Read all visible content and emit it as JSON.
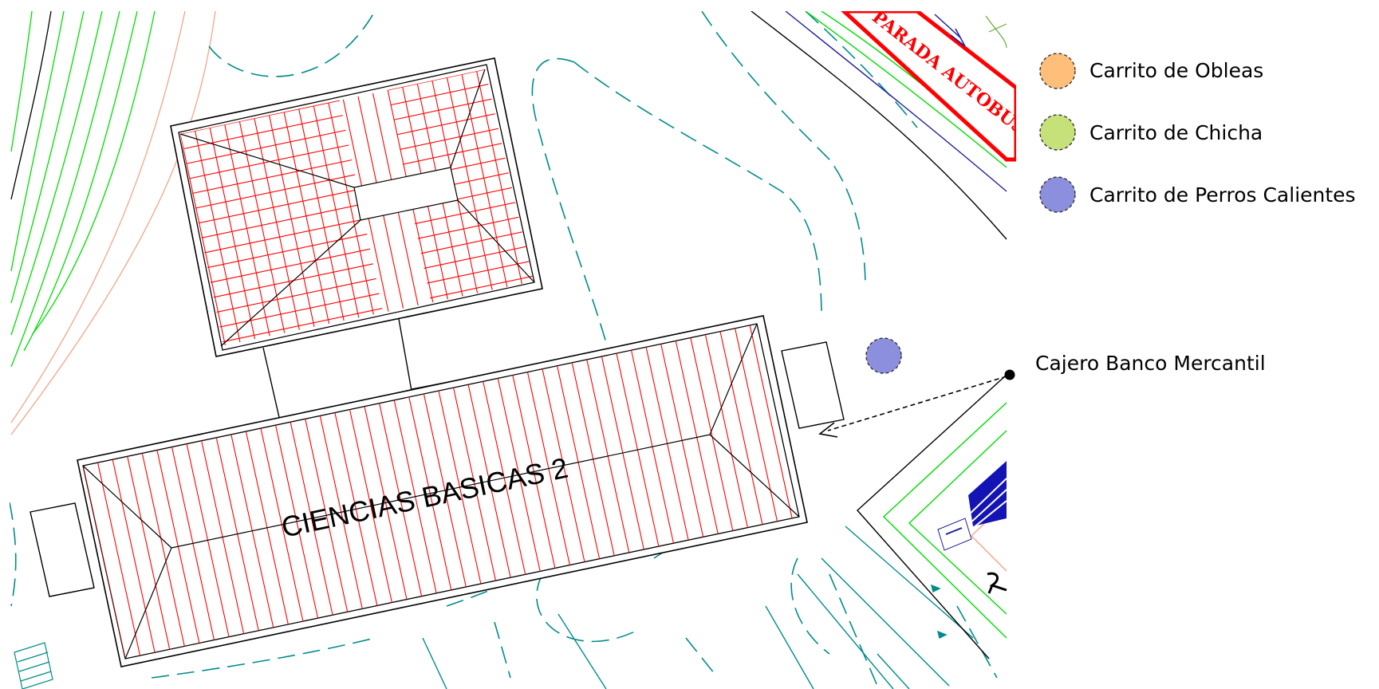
{
  "map": {
    "building_label": "CIENCIAS BASICAS 2",
    "bus_stop_label": "PARADA AUTOBUS",
    "atm_label": "Cajero Banco Mercantil"
  },
  "legend": {
    "items": [
      {
        "label": "Carrito de  Obleas",
        "color": "#ffbf7a"
      },
      {
        "label": "Carrito de Chicha",
        "color": "#c6e07a"
      },
      {
        "label": "Carrito de Perros Calientes",
        "color": "#8c8fde"
      }
    ]
  },
  "colors": {
    "roof_hatch": "#ff0000",
    "teal_path": "#008b8b",
    "green_contour": "#00dd00",
    "salmon_contour": "#f3a58a",
    "building_outline": "#000000",
    "bus_stop_red": "#ff0000",
    "sign_blue": "#1414b4"
  }
}
